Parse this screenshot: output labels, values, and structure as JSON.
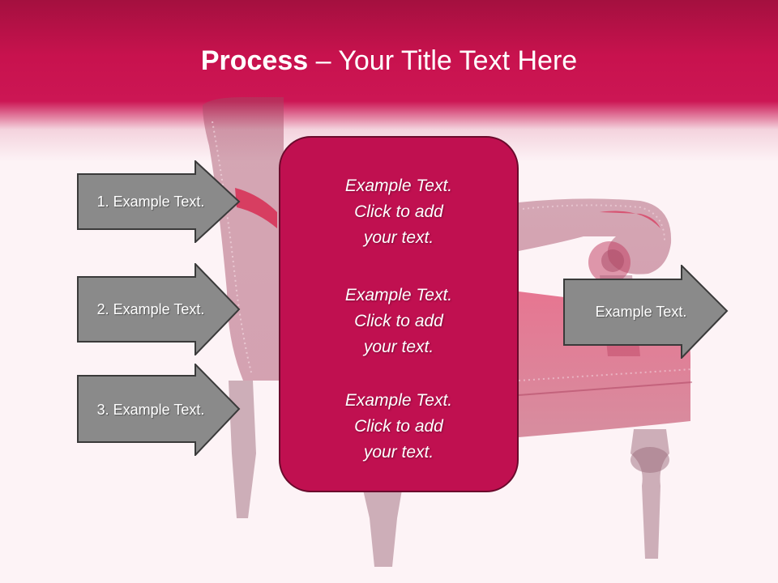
{
  "slide": {
    "title_bold": "Process",
    "title_rest": " – Your Title Text Here",
    "left_arrows": [
      {
        "label": "1. Example Text."
      },
      {
        "label": "2. Example Text."
      },
      {
        "label": "3. Example Text."
      }
    ],
    "center_blocks": [
      {
        "text": "Example Text.\nClick  to add\nyour text."
      },
      {
        "text": "Example Text.\nClick  to add\nyour text."
      },
      {
        "text": "Example Text.\nClick  to add\nyour text."
      }
    ],
    "right_arrow": {
      "label": "Example Text."
    }
  },
  "colors": {
    "header": "#c8124e",
    "center_box": "#c01050",
    "arrow_fill": "#8a8a8a",
    "arrow_border": "#3a3a3a"
  }
}
